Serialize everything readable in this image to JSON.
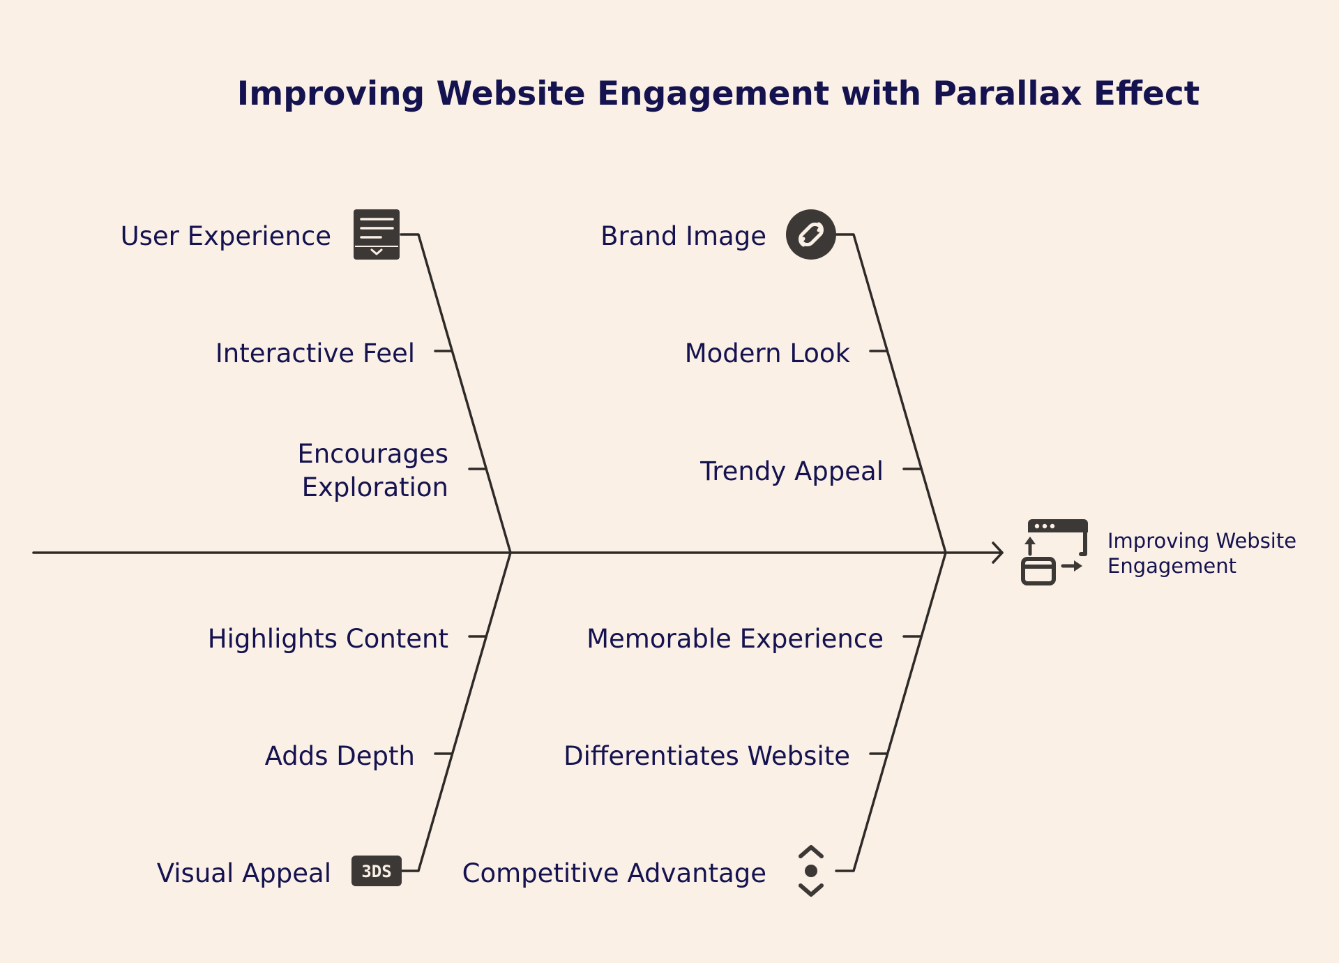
{
  "diagram": {
    "title": "Improving Website Engagement with Parallax Effect",
    "effect": {
      "label_line1": "Improving Website",
      "label_line2": "Engagement",
      "icon": "browser-windows-transfer-icon"
    },
    "causes": {
      "user_experience": {
        "label": "User Experience",
        "icon": "document-list-icon",
        "sub_causes": [
          {
            "line1": "Interactive Feel",
            "line2": ""
          },
          {
            "line1": "Encourages",
            "line2": "Exploration"
          }
        ]
      },
      "brand_image": {
        "label": "Brand Image",
        "icon": "link-circle-icon",
        "sub_causes": [
          {
            "line1": "Modern Look",
            "line2": ""
          },
          {
            "line1": "Trendy Appeal",
            "line2": ""
          }
        ]
      },
      "visual_appeal": {
        "label": "Visual Appeal",
        "icon": "3ds-badge-icon",
        "icon_text": "3DS",
        "sub_causes": [
          {
            "line1": "Highlights Content",
            "line2": ""
          },
          {
            "line1": "Adds Depth",
            "line2": ""
          }
        ]
      },
      "competitive_advantage": {
        "label": "Competitive Advantage",
        "icon": "chevron-up-down-icon",
        "sub_causes": [
          {
            "line1": "Memorable Experience",
            "line2": ""
          },
          {
            "line1": "Differentiates Website",
            "line2": ""
          }
        ]
      }
    },
    "colors": {
      "background": "#faf0e6",
      "text": "#14124f",
      "lines": "#2e2a27",
      "icons": "#3c3836"
    }
  }
}
